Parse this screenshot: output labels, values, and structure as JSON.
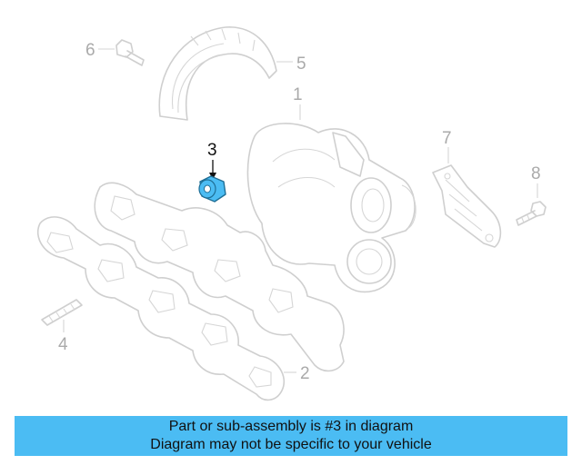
{
  "diagram": {
    "callouts": [
      {
        "number": "1"
      },
      {
        "number": "2"
      },
      {
        "number": "3"
      },
      {
        "number": "4"
      },
      {
        "number": "5"
      },
      {
        "number": "6"
      },
      {
        "number": "7"
      },
      {
        "number": "8"
      }
    ],
    "highlighted_part": "3",
    "colors": {
      "highlight": "#4bbcf3",
      "line_art": "#cfcfcf",
      "callout_text": "#aaaaaa",
      "highlight_callout_text": "#111111",
      "caption_background": "#4bbcf3"
    }
  },
  "caption": {
    "line1": "Part or sub-assembly is #3 in diagram",
    "line2": "Diagram may not be specific to your vehicle"
  }
}
